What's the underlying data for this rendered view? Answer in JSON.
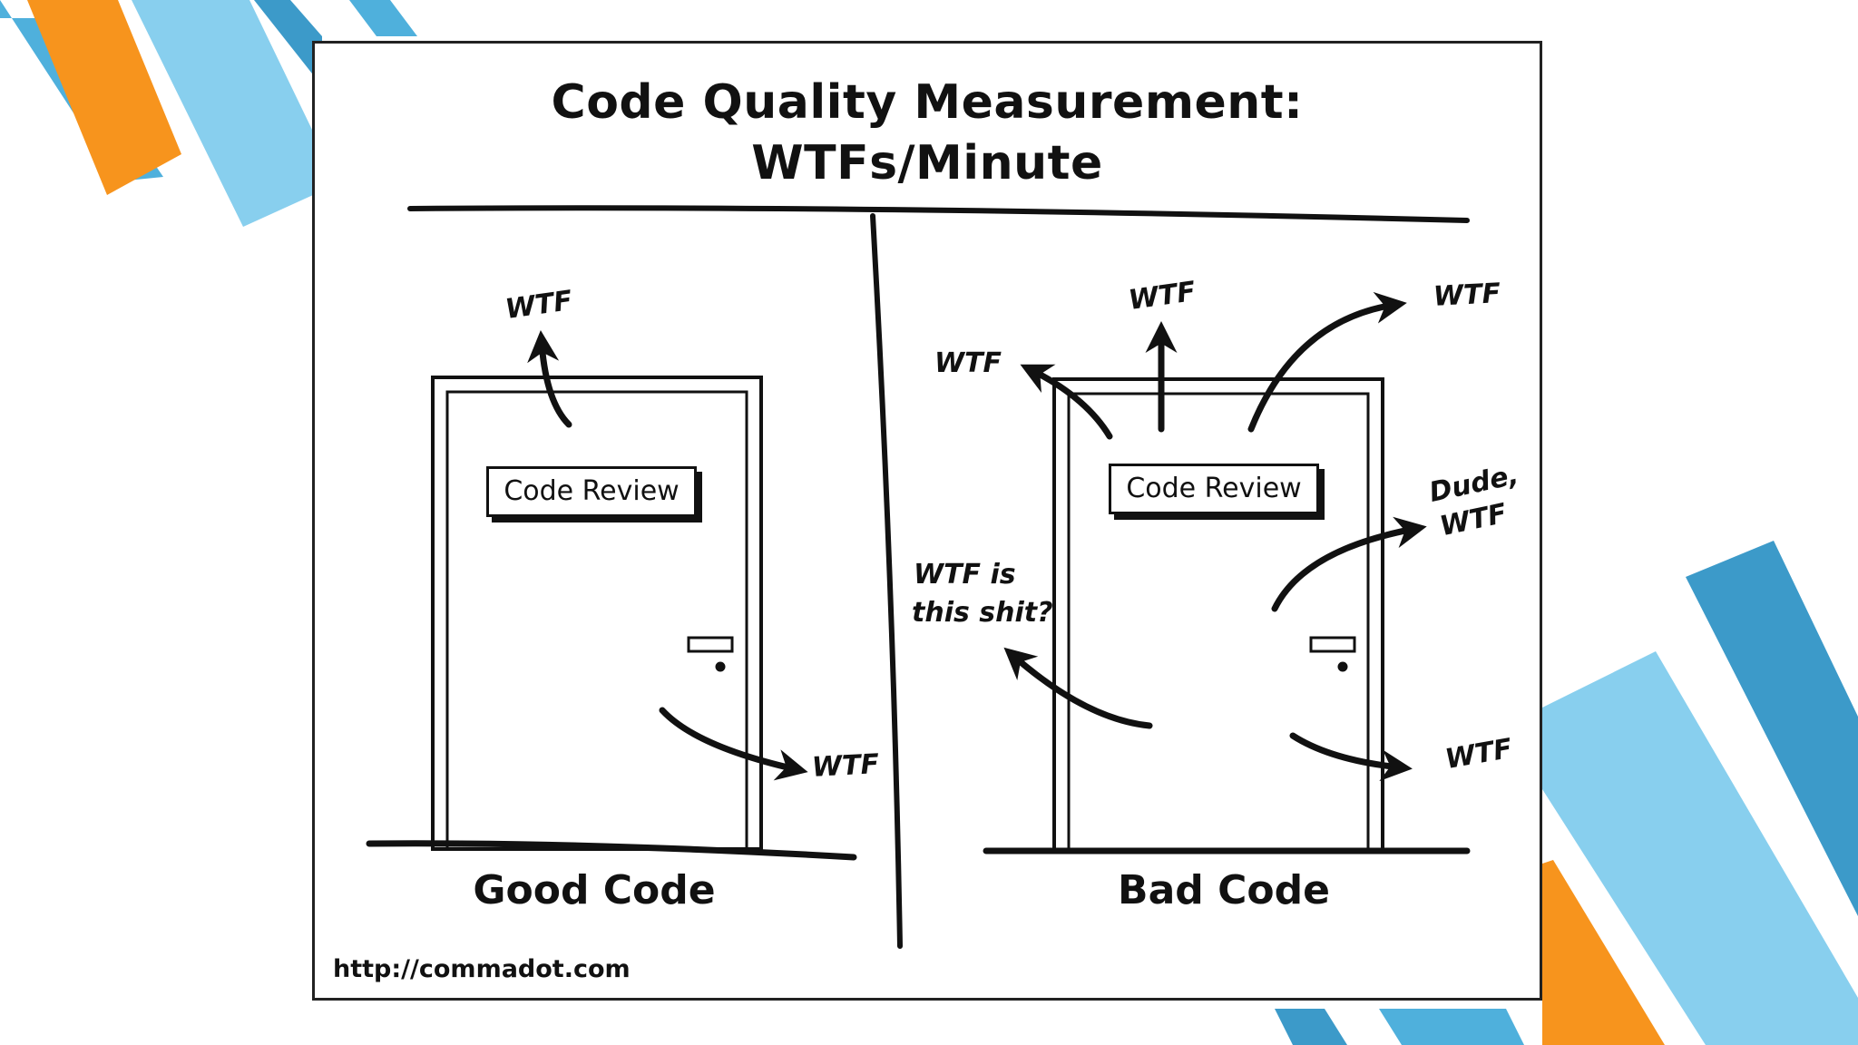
{
  "colors": {
    "orange": "#f7941d",
    "light_blue": "#88cfee",
    "mid_blue": "#3c9ac9",
    "teal_blue": "#4fb0dc",
    "ink": "#111111"
  },
  "comic": {
    "title_line1": "Code Quality Measurement:",
    "title_line2": "WTFs/Minute",
    "source_url": "http://commadot.com",
    "good": {
      "sign": "Code Review",
      "caption": "Good Code",
      "exclamations": [
        "WTF",
        "WTF"
      ]
    },
    "bad": {
      "sign": "Code Review",
      "caption": "Bad Code",
      "exclamations": [
        "WTF",
        "WTF",
        "WTF",
        "Dude,",
        "WTF",
        "WTF is",
        "this shit?",
        "WTF"
      ]
    }
  },
  "icons": [
    "door-icon",
    "arrow-icon"
  ]
}
